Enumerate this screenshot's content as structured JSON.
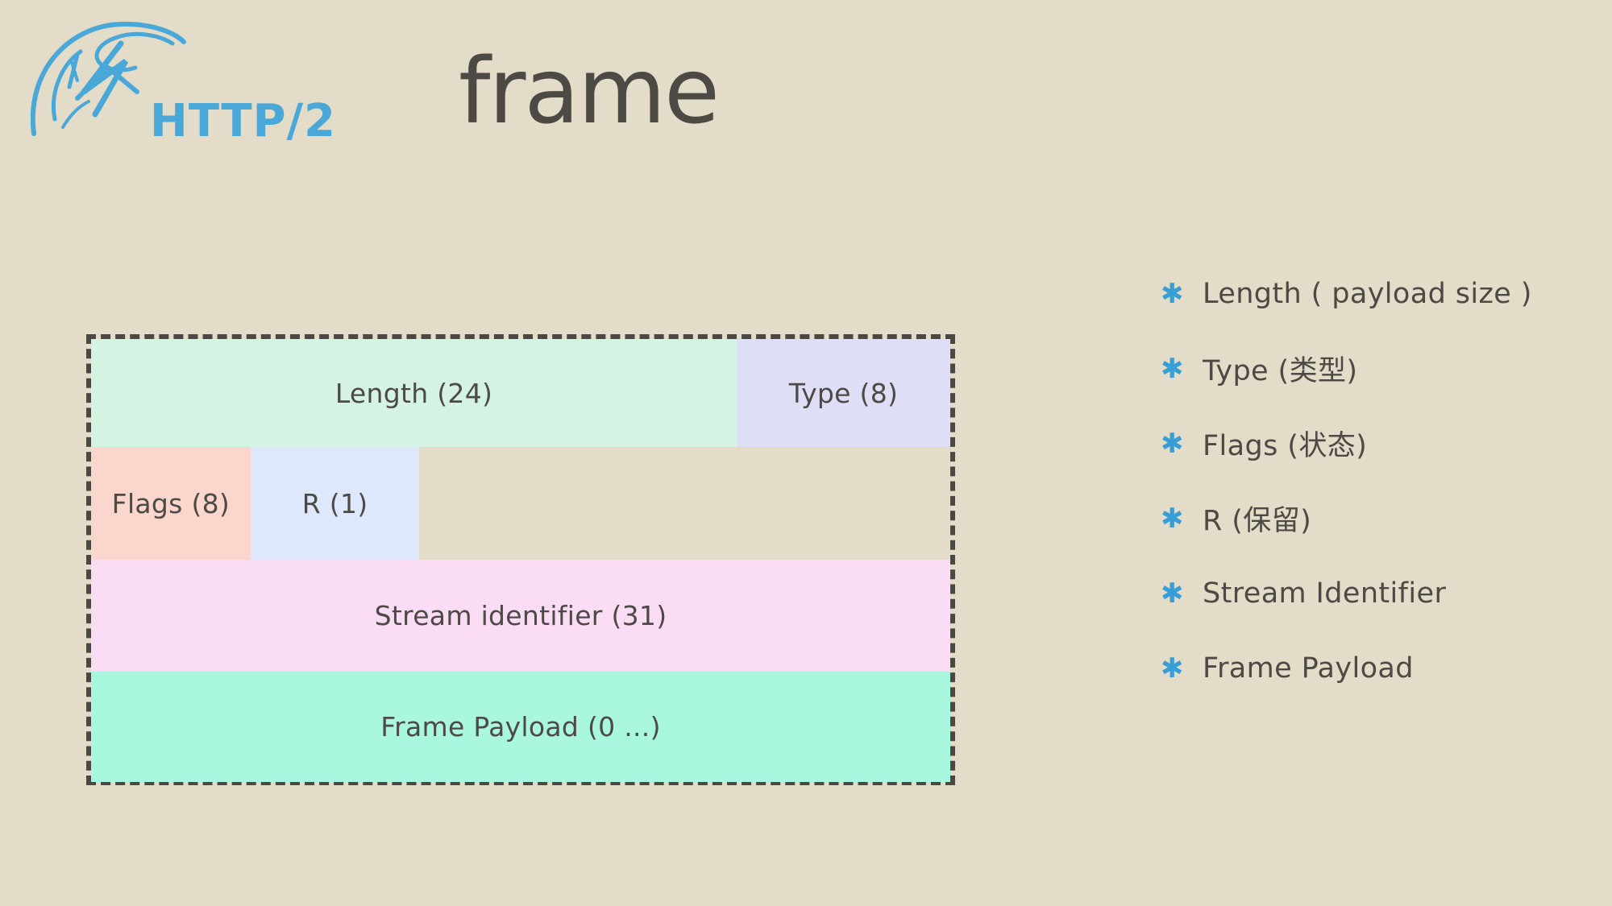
{
  "background_color": "#e3dcc8",
  "logo": {
    "text": "HTTP/2",
    "icon": "globe-network-swoosh-icon",
    "color": "#4aa8d8"
  },
  "title": "frame",
  "diagram": {
    "name": "http2-frame-layout",
    "border_style": "dashed",
    "border_color": "#4b4843",
    "rows": [
      {
        "name": "length-type-row",
        "cells": [
          {
            "name": "length",
            "label": "Length (24)",
            "color": "#d4f3e3",
            "width_ratio": 0.751
          },
          {
            "name": "type",
            "label": "Type (8)",
            "color": "#dedef7",
            "width_ratio": 0.249
          }
        ]
      },
      {
        "name": "flags-r-row",
        "cells": [
          {
            "name": "flags",
            "label": "Flags (8)",
            "color": "#fbd6cc",
            "width_ratio": 0.186
          },
          {
            "name": "r",
            "label": "R (1)",
            "color": "#dee8fc",
            "width_ratio": 0.197
          },
          {
            "name": "empty",
            "label": "",
            "color": "transparent",
            "width_ratio": 0.617
          }
        ]
      },
      {
        "name": "stream-identifier-row",
        "cells": [
          {
            "name": "stream-identifier",
            "label": "Stream identifier (31)",
            "color": "#fadcf5",
            "width_ratio": 1
          }
        ]
      },
      {
        "name": "frame-payload-row",
        "cells": [
          {
            "name": "frame-payload",
            "label": "Frame Payload (0 ...)",
            "color": "#a8f7de",
            "width_ratio": 1
          }
        ]
      }
    ]
  },
  "field_list": {
    "bullet_glyph": "✱",
    "bullet_color": "#3a9ed6",
    "items": [
      {
        "label": "Length ( payload size )",
        "name": "length"
      },
      {
        "label": "Type (类型)",
        "name": "type"
      },
      {
        "label": "Flags (状态)",
        "name": "flags"
      },
      {
        "label": "R (保留)",
        "name": "r"
      },
      {
        "label": "Stream Identifier",
        "name": "stream-identifier"
      },
      {
        "label": "Frame Payload",
        "name": "frame-payload"
      }
    ]
  }
}
